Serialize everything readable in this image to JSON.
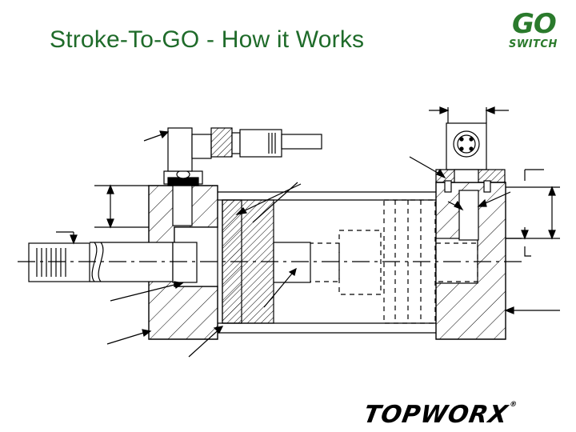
{
  "slide": {
    "title": "Stroke-To-GO - How it Works"
  },
  "logos": {
    "go_switch": {
      "line1": "GO",
      "line2": "SWITCH",
      "color": "#2a7a2c"
    },
    "topworx": {
      "text": "TOPWORX",
      "mark": "®"
    }
  },
  "colors": {
    "title": "#1f6b2a",
    "line": "#000000"
  }
}
